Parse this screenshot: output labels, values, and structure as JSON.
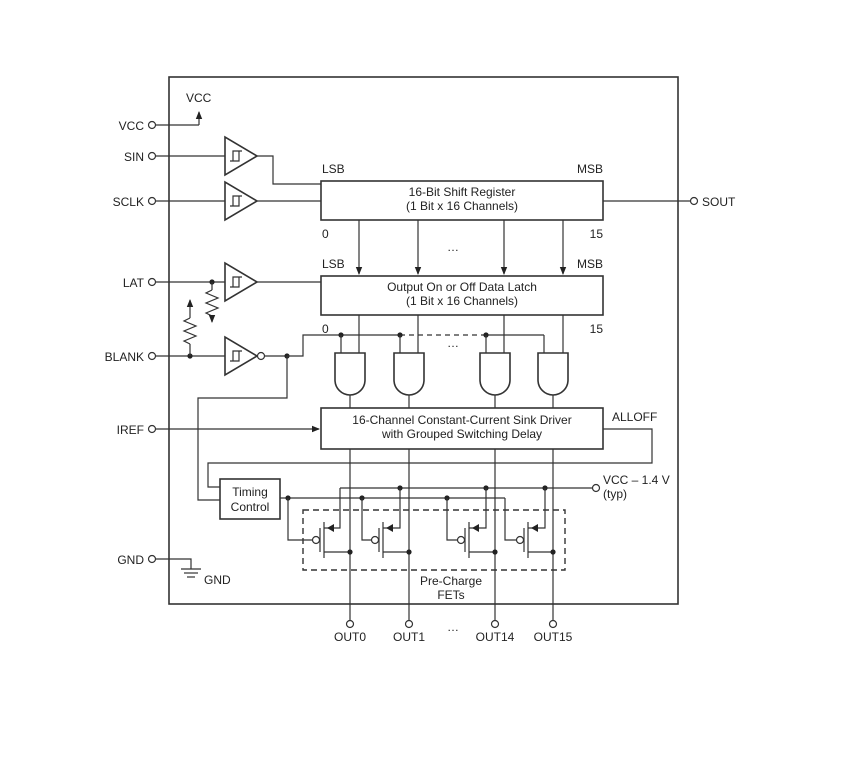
{
  "pins": {
    "vcc": "VCC",
    "vcc_internal": "VCC",
    "sin": "SIN",
    "sclk": "SCLK",
    "lat": "LAT",
    "blank": "BLANK",
    "iref": "IREF",
    "gnd": "GND",
    "gnd_symbol": "GND",
    "sout": "SOUT"
  },
  "shift_register": {
    "line1": "16-Bit Shift Register",
    "line2": "(1 Bit x 16 Channels)",
    "lsb": "LSB",
    "msb": "MSB",
    "bit_first": "0",
    "bit_last": "15"
  },
  "data_latch": {
    "line1": "Output On or Off Data Latch",
    "line2": "(1 Bit x 16 Channels)",
    "lsb": "LSB",
    "msb": "MSB",
    "bit_first": "0",
    "bit_last": "15"
  },
  "sink_driver": {
    "line1": "16-Channel Constant-Current Sink Driver",
    "line2": "with Grouped Switching Delay",
    "alloff": "ALLOFF"
  },
  "timing_control": {
    "line1": "Timing",
    "line2": "Control"
  },
  "precharge": {
    "supply_line1": "VCC – 1.4 V",
    "supply_line2": "(typ)",
    "label_line1": "Pre-Charge",
    "label_line2": "FETs"
  },
  "ellipsis": "…",
  "outputs": [
    "OUT0",
    "OUT1",
    "OUT14",
    "OUT15"
  ]
}
